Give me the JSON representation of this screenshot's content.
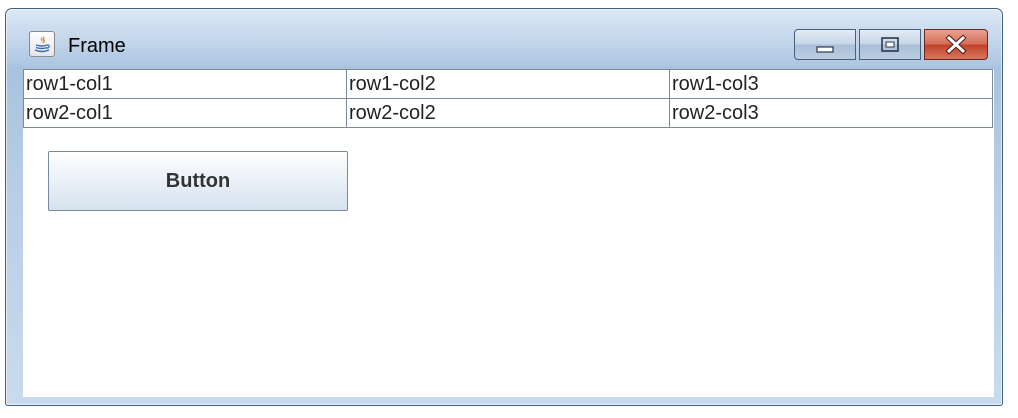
{
  "window": {
    "title": "Frame",
    "app_icon": "java-icon",
    "controls": {
      "minimize_icon": "minimize-icon",
      "maximize_icon": "maximize-icon",
      "close_icon": "close-icon"
    }
  },
  "table": {
    "rows": [
      [
        "row1-col1",
        "row1-col2",
        "row1-col3"
      ],
      [
        "row2-col1",
        "row2-col2",
        "row2-col3"
      ]
    ]
  },
  "button": {
    "label": "Button"
  },
  "colors": {
    "close_accent": "#c2432b",
    "title_bar": "#bcd1e8"
  }
}
